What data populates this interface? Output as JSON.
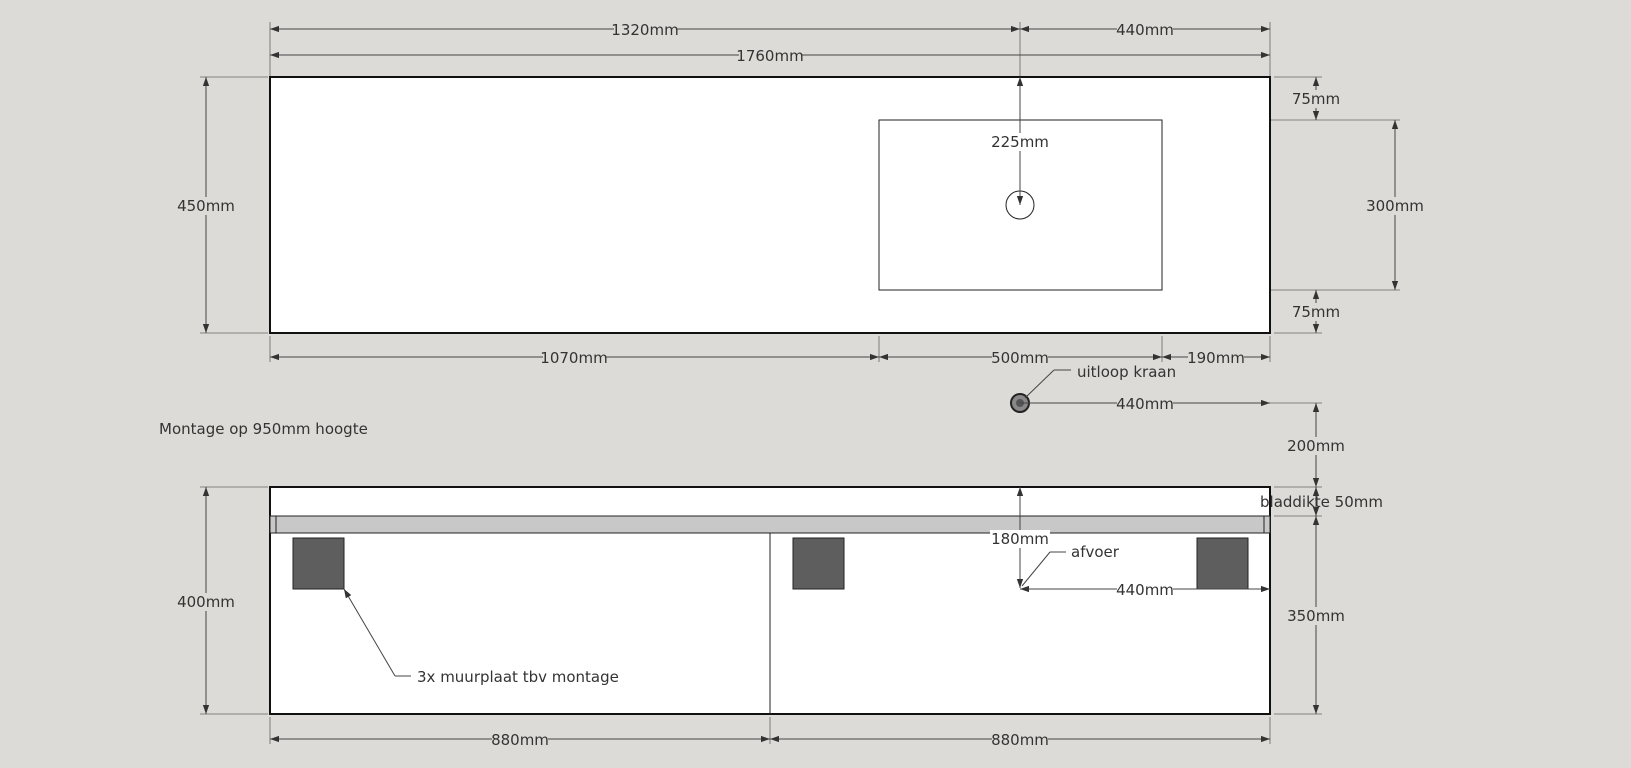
{
  "drawing": {
    "mounting_note": "Montage op 950mm hoogte",
    "top_view": {
      "dim_1320": "1320mm",
      "dim_440_top": "440mm",
      "dim_1760": "1760mm",
      "dim_450": "450mm",
      "dim_75_top": "75mm",
      "dim_300": "300mm",
      "dim_75_bottom": "75mm",
      "dim_225": "225mm",
      "dim_1070": "1070mm",
      "dim_500": "500mm",
      "dim_190": "190mm"
    },
    "faucet": {
      "label": "uitloop kraan",
      "dim_440": "440mm",
      "dim_200": "200mm"
    },
    "front_view": {
      "dim_400": "400mm",
      "thickness_label": "bladdikte 50mm",
      "dim_180": "180mm",
      "drain_label": "afvoer",
      "dim_440": "440mm",
      "dim_350": "350mm",
      "wall_plate_label": "3x muurplaat tbv montage",
      "dim_880_left": "880mm",
      "dim_880_right": "880mm"
    }
  }
}
